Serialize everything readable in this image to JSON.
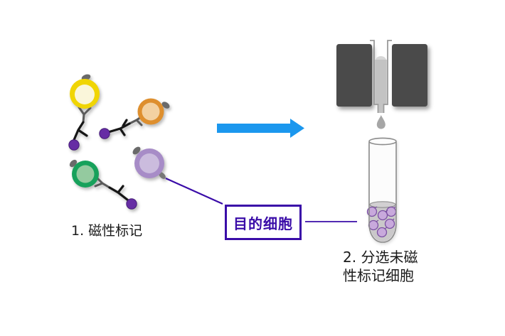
{
  "diagram": {
    "step1": {
      "label": "1. 磁性标记"
    },
    "step2": {
      "label": "2. 分选未磁\n性标记细胞"
    },
    "callout": {
      "label": "目的细胞"
    },
    "legend_cells": [
      {
        "name": "yellow cell",
        "ring_color": "#F0D504",
        "inner_color": "#FAF6DA",
        "has_magnetic_bead": true
      },
      {
        "name": "orange cell",
        "ring_color": "#DE8F2E",
        "inner_color": "#F3D1A1",
        "has_magnetic_bead": true
      },
      {
        "name": "green cell",
        "ring_color": "#17A15B",
        "inner_color": "#94CA9F",
        "has_magnetic_bead": true
      },
      {
        "name": "purple target cell",
        "ring_color": "#A78CC7",
        "inner_color": "#CBBCDE",
        "has_magnetic_bead": false
      }
    ],
    "tube": {
      "cell_count": 6
    },
    "colors": {
      "arrow_blue": "#1B97EE",
      "accent_indigo": "#3A0CA8",
      "bead_purple": "#662DA4",
      "magnet_gray": "#4A4A4A",
      "column_liquid_gray": "#C3C3C3",
      "tube_cell_fill": "#C8A9DC",
      "tube_cell_outline": "#7B50A2",
      "label_text": "#1A1A1A"
    },
    "icons": {
      "flow_arrow": "right-arrow",
      "separator": "magnet-blocks-with-column-and-droplet",
      "collection": "round-bottom-tube-with-cells"
    }
  }
}
